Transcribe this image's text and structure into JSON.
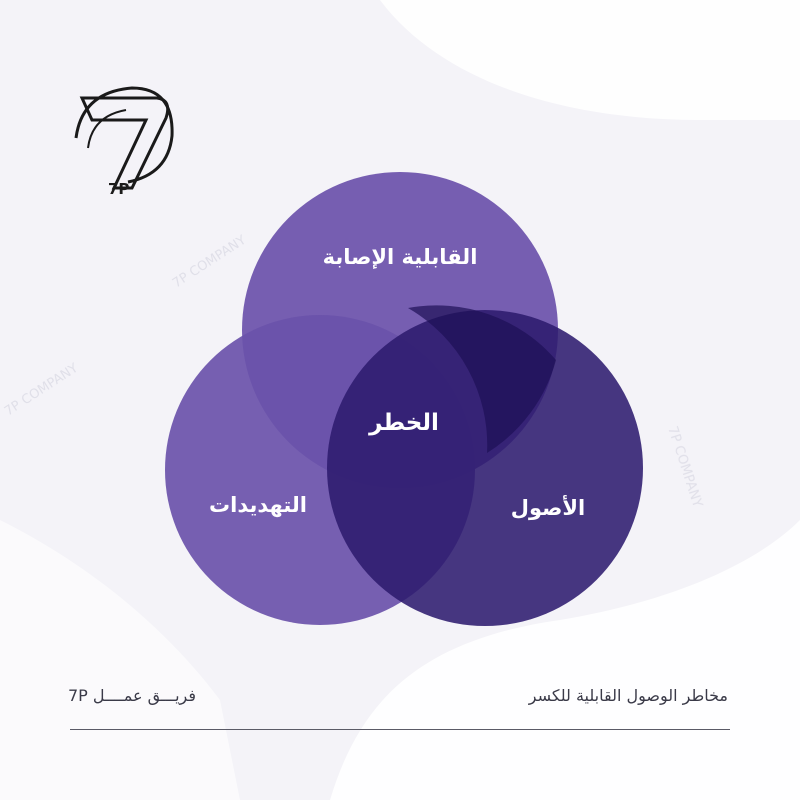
{
  "brand": {
    "logo_text": "7P",
    "watermark": "7P COMPANY"
  },
  "diagram": {
    "type": "venn",
    "circles": [
      {
        "id": "vulnerability",
        "label": "القابلية الإصابة",
        "color": "#6f55ad"
      },
      {
        "id": "threats",
        "label": "التهديدات",
        "color": "#6a52aa"
      },
      {
        "id": "assets",
        "label": "الأصول",
        "color": "#2e1b6e"
      }
    ],
    "center_label": "الخطر"
  },
  "footer": {
    "title": "مخاطر الوصول القابلية للكسر",
    "team": "فريـــق عمــــل 7P"
  },
  "colors": {
    "background": "#f4f3f8",
    "accent": "#5b3ea3"
  }
}
